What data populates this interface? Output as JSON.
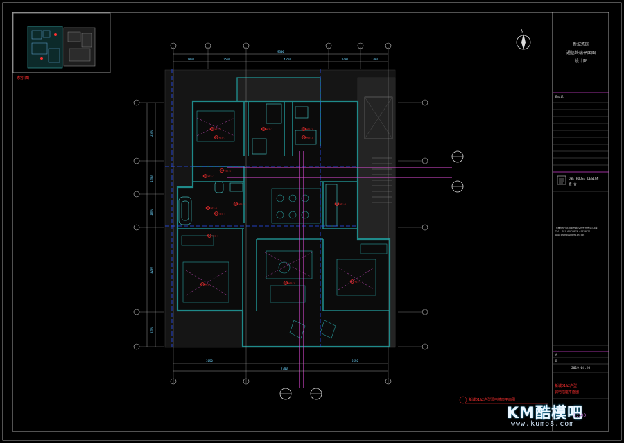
{
  "title_block": {
    "project_line1": "新城悠园",
    "project_line2": "通信终端平面图",
    "project_line3": "设计图",
    "section_label": "Email",
    "company_name": "ONE HOUSE DESIGN",
    "company_sub": "壹 舍",
    "address_line1": "上海市长宁区延安西路2299号世贸中心3楼",
    "address_line2": "Tel: 021-61029876 61029877",
    "address_line3": "www.onehousedesign.com",
    "date": "2019.04.26",
    "field_a": "A",
    "field_b": "B",
    "drawing_name_line1": "新城D1&2户型",
    "drawing_name_line2": "弱电插座平面图"
  },
  "overview_label": "索引图",
  "north_label": "N",
  "plan_caption": "新城D1&2户型弱电插座平面图",
  "dimensions": {
    "top_total": "9300",
    "top_segments": [
      "1050",
      "2550",
      "4550",
      "1700",
      "1200"
    ],
    "bottom_total": "7700",
    "bottom_segments": [
      "3050",
      "3650"
    ],
    "left_segments": [
      "2500",
      "1200",
      "1800",
      "3200",
      "2200"
    ]
  },
  "sockets": {
    "hit_label": "HIS-1"
  },
  "watermark": {
    "logo": "KM酷模吧",
    "url": "www.kumo8.com",
    "scale": "1:100"
  },
  "colors": {
    "background": "#000000",
    "wall": "#1f8a8a",
    "frame": "#d0d0d0",
    "axis": "#e04bd8",
    "red": "#ff3030",
    "dim": "#6fd6ff",
    "blue_dash": "#2a52ff"
  }
}
